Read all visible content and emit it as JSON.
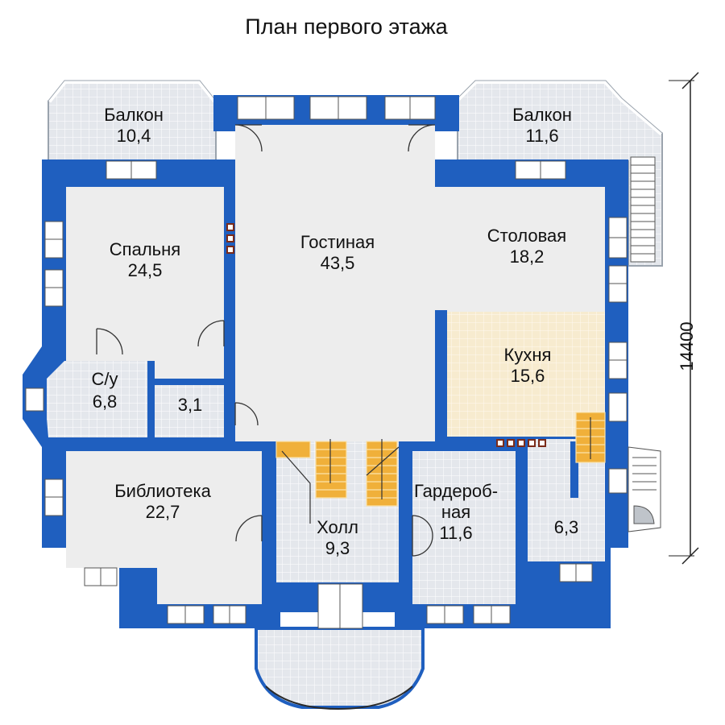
{
  "title": "План первого этажа",
  "dimension": "14400",
  "colors": {
    "wall": "#1f5fbf",
    "floor": "#ededed",
    "tile": "#dfe3e8",
    "kitchen": "#f7ebcf",
    "stairs": "#f0b03a",
    "window_frame": "#ffffff",
    "text": "#111111"
  },
  "rooms": {
    "balcony_left": {
      "name": "Балкон",
      "area": "10,4"
    },
    "balcony_right": {
      "name": "Балкон",
      "area": "11,6"
    },
    "bedroom": {
      "name": "Спальня",
      "area": "24,5"
    },
    "living": {
      "name": "Гостиная",
      "area": "43,5"
    },
    "dining": {
      "name": "Столовая",
      "area": "18,2"
    },
    "kitchen": {
      "name": "Кухня",
      "area": "15,6"
    },
    "bathroom": {
      "name": "С/у",
      "area": "6,8"
    },
    "closet_small": {
      "area": "3,1"
    },
    "library": {
      "name": "Библиотека",
      "area": "22,7"
    },
    "hall": {
      "name": "Холл",
      "area": "9,3"
    },
    "wardrobe": {
      "name_line1": "Гардероб-",
      "name_line2": "ная",
      "area": "11,6"
    },
    "utility": {
      "area": "6,3"
    }
  }
}
